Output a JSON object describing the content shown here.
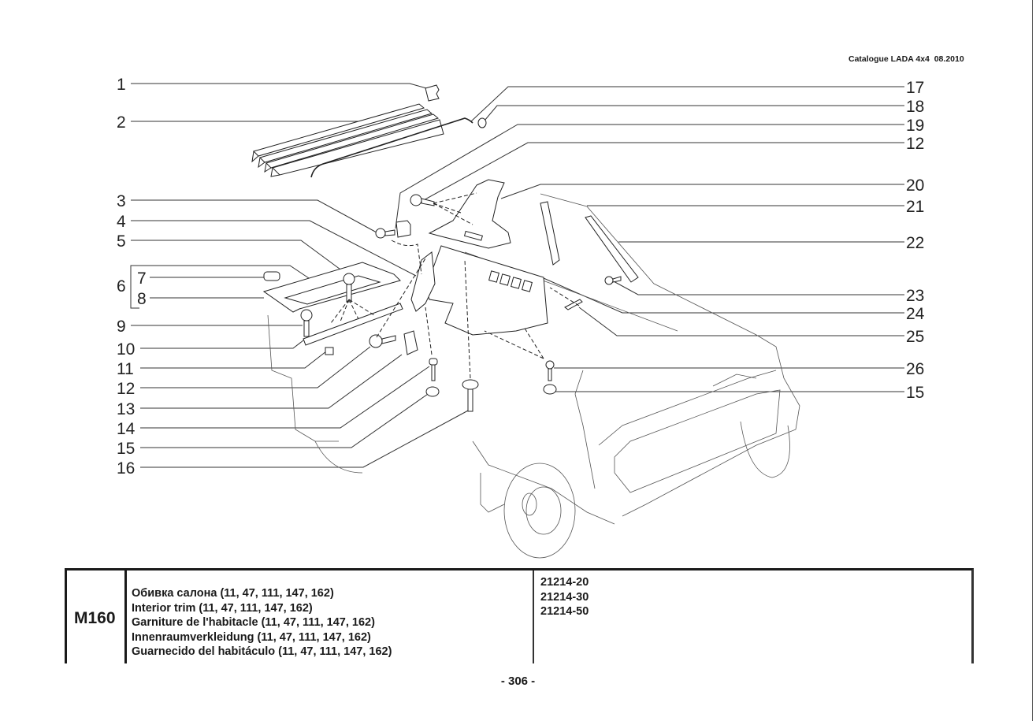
{
  "header": {
    "catalogue": "Catalogue LADA 4x4  08.2010"
  },
  "diagram": {
    "title": "Interior trim exploded view",
    "callouts_left": [
      "1",
      "2",
      "3",
      "4",
      "5",
      "6",
      "7",
      "8",
      "9",
      "10",
      "11",
      "12",
      "13",
      "14",
      "15",
      "16"
    ],
    "callouts_right": [
      "17",
      "18",
      "19",
      "12",
      "20",
      "21",
      "22",
      "23",
      "24",
      "25",
      "26",
      "15"
    ],
    "group_bracket": {
      "parent": "6",
      "children": [
        "7",
        "8"
      ]
    }
  },
  "info_table": {
    "code": "M160",
    "descriptions": [
      "Обивка салона (11, 47, 111, 147, 162)",
      "Interior trim (11, 47, 111, 147, 162)",
      "Garniture de l'habitacle (11, 47, 111, 147, 162)",
      "Innenraumverkleidung (11, 47, 111, 147, 162)",
      "Guarnecido del habitáculo (11, 47, 111, 147, 162)"
    ],
    "models": [
      "21214-20",
      "21214-30",
      "21214-50"
    ]
  },
  "footer": {
    "page_number": "- 306 -"
  }
}
